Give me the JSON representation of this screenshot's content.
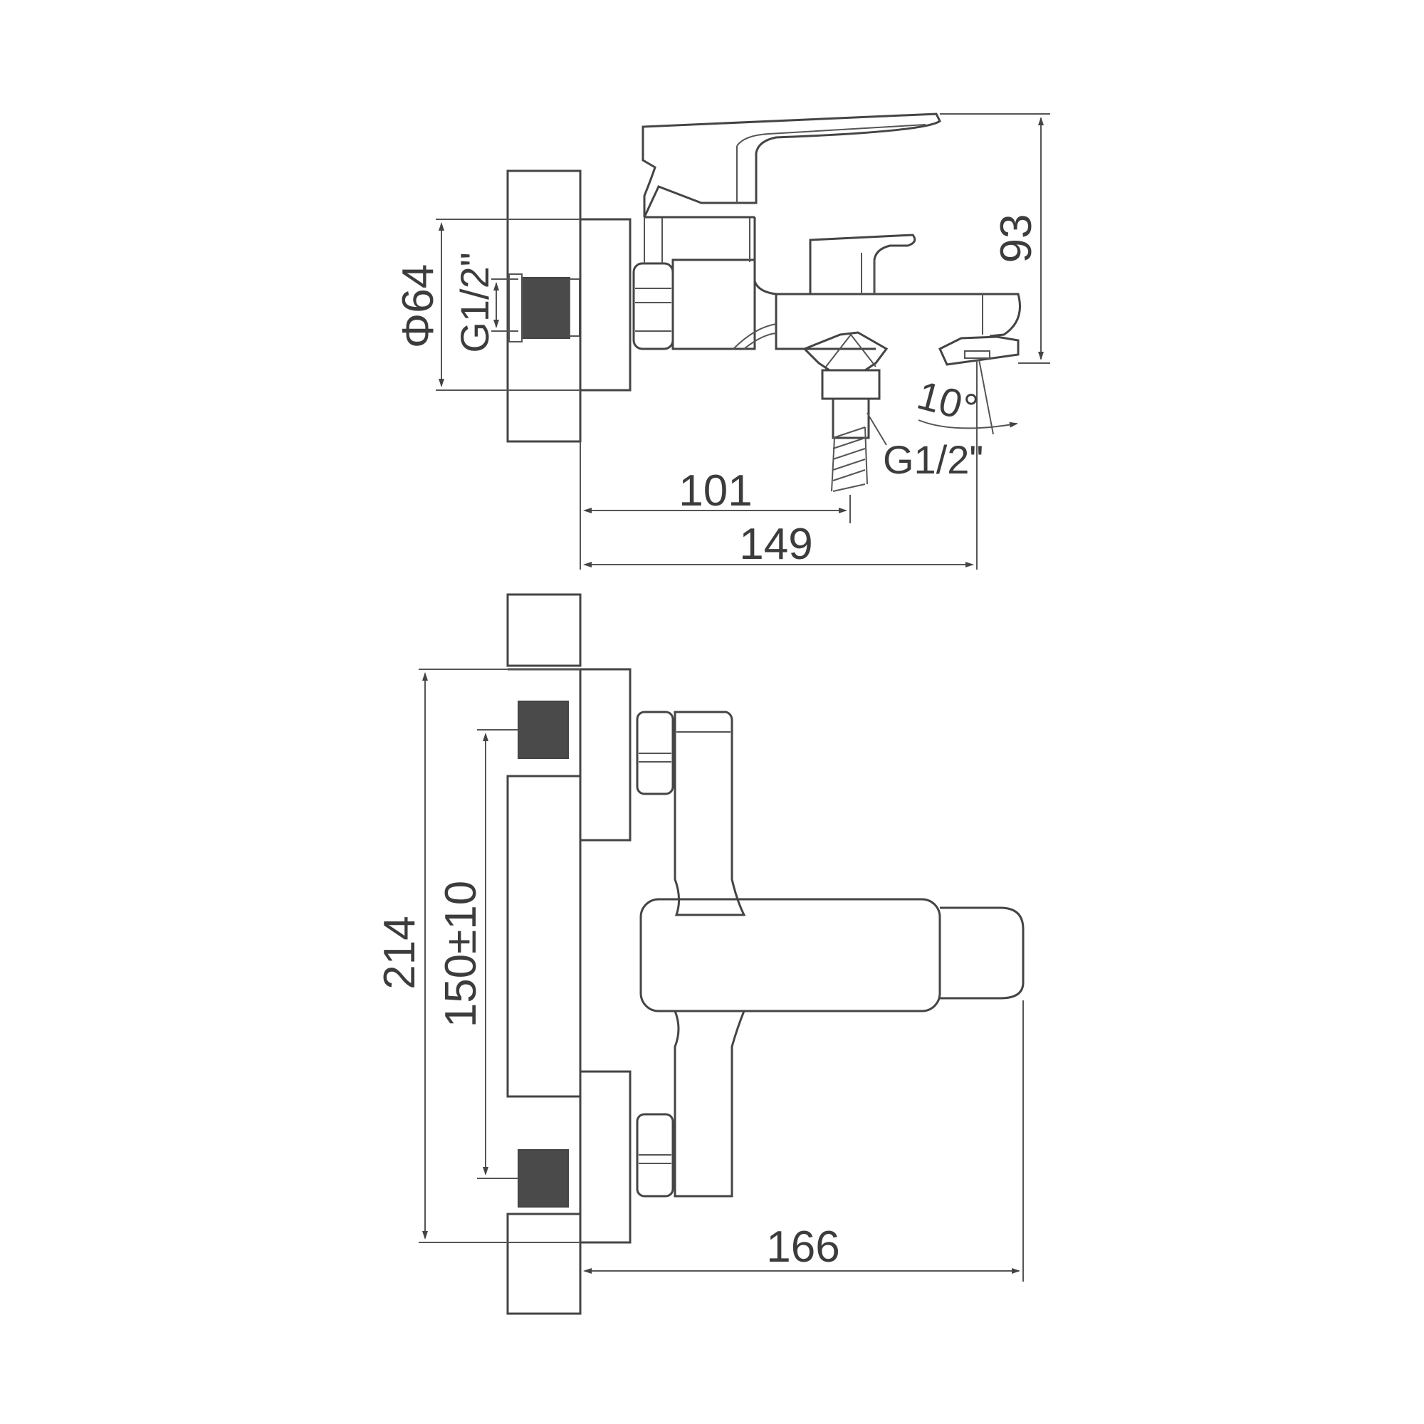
{
  "drawing": {
    "title": "Wall-mounted bath mixer technical drawing",
    "colors": {
      "line": "#444444",
      "fill_dark": "#4a4a4a",
      "background": "#ffffff"
    },
    "side_view": {
      "dimensions": {
        "flange_diameter": "Φ64",
        "inlet_thread": "G1/2\"",
        "height": "93",
        "outlet_angle": "10°",
        "shower_thread": "G1/2\"",
        "wall_to_shower_outlet": "101",
        "wall_to_spout": "149"
      }
    },
    "top_view": {
      "dimensions": {
        "overall_height": "214",
        "inlet_spacing": "150±10",
        "projection": "166"
      }
    }
  }
}
